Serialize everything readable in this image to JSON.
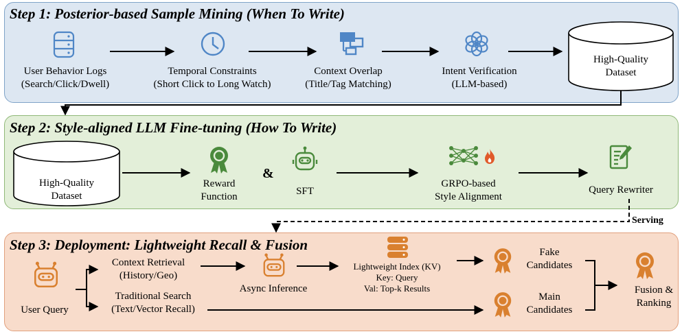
{
  "colors": {
    "step1_bg": "#dde7f2",
    "step1_border": "#7fa3c8",
    "step2_bg": "#e3efd9",
    "step2_border": "#8fb877",
    "step3_bg": "#f8dccb",
    "step3_border": "#e1a07d",
    "icon_blue": "#4f86c6",
    "icon_green": "#4a8a3c",
    "icon_orange": "#d9802f",
    "icon_red": "#e05a2a"
  },
  "step1": {
    "title": "Step 1: Posterior-based Sample Mining (When To Write)",
    "nodes": [
      {
        "icon": "database-icon",
        "line1": "User Behavior Logs",
        "line2": "(Search/Click/Dwell)"
      },
      {
        "icon": "clock-icon",
        "line1": "Temporal Constraints",
        "line2": "(Short Click to Long Watch)"
      },
      {
        "icon": "overlap-icon",
        "line1": "Context Overlap",
        "line2": "(Title/Tag Matching)"
      },
      {
        "icon": "openai-icon",
        "line1": "Intent Verification",
        "line2": "(LLM-based)"
      }
    ],
    "dataset": {
      "line1": "High-Quality",
      "line2": "Dataset"
    }
  },
  "step2": {
    "title": "Step 2: Style-aligned LLM Fine-tuning (How To Write)",
    "dataset": {
      "line1": "High-Quality",
      "line2": "Dataset"
    },
    "reward": {
      "icon": "award-icon",
      "line1": "Reward",
      "line2": "Function"
    },
    "amp": "&",
    "sft": {
      "icon": "robot-icon",
      "label": "SFT"
    },
    "grpo": {
      "icon": "neural-network-icon",
      "line1": "GRPO-based",
      "line2": "Style Alignment"
    },
    "rewriter": {
      "icon": "edit-document-icon",
      "label": "Query Rewriter"
    }
  },
  "serving_label": "Serving",
  "step3": {
    "title": "Step 3: Deployment: Lightweight Recall & Fusion",
    "user_query": "User Query",
    "context_retrieval": {
      "line1": "Context Retrieval",
      "line2": "(History/Geo)"
    },
    "traditional_search": {
      "line1": "Traditional Search",
      "line2": "(Text/Vector Recall)"
    },
    "async_inference": "Async Inference",
    "index": {
      "line1": "Lightweight Index (KV)",
      "line2": "Key: Query",
      "line3": "Val: Top-k Results"
    },
    "fake": {
      "line1": "Fake",
      "line2": "Candidates"
    },
    "main": {
      "line1": "Main",
      "line2": "Candidates"
    },
    "fusion": {
      "line1": "Fusion &",
      "line2": "Ranking"
    }
  }
}
